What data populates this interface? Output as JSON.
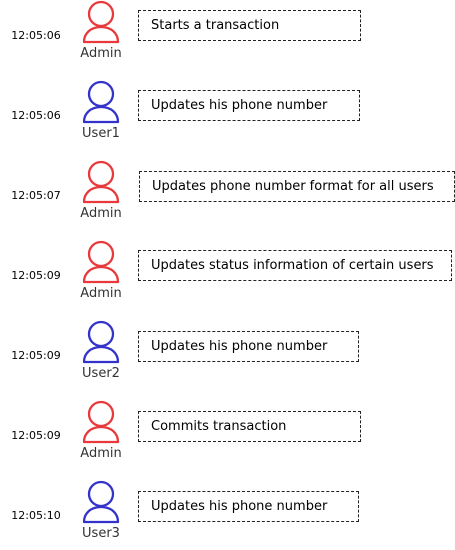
{
  "colors": {
    "admin": "#e8393c",
    "user": "#3333cc"
  },
  "events": [
    {
      "time": "12:05:06",
      "actor": "Admin",
      "role": "admin",
      "action": "Starts a transaction"
    },
    {
      "time": "12:05:06",
      "actor": "User1",
      "role": "user",
      "action": "Updates his phone number"
    },
    {
      "time": "12:05:07",
      "actor": "Admin",
      "role": "admin",
      "action": "Updates phone number format for all users"
    },
    {
      "time": "12:05:09",
      "actor": "Admin",
      "role": "admin",
      "action": "Updates status information of certain users"
    },
    {
      "time": "12:05:09",
      "actor": "User2",
      "role": "user",
      "action": "Updates his phone number"
    },
    {
      "time": "12:05:09",
      "actor": "Admin",
      "role": "admin",
      "action": "Commits transaction"
    },
    {
      "time": "12:05:10",
      "actor": "User3",
      "role": "user",
      "action": "Updates his phone number"
    }
  ]
}
